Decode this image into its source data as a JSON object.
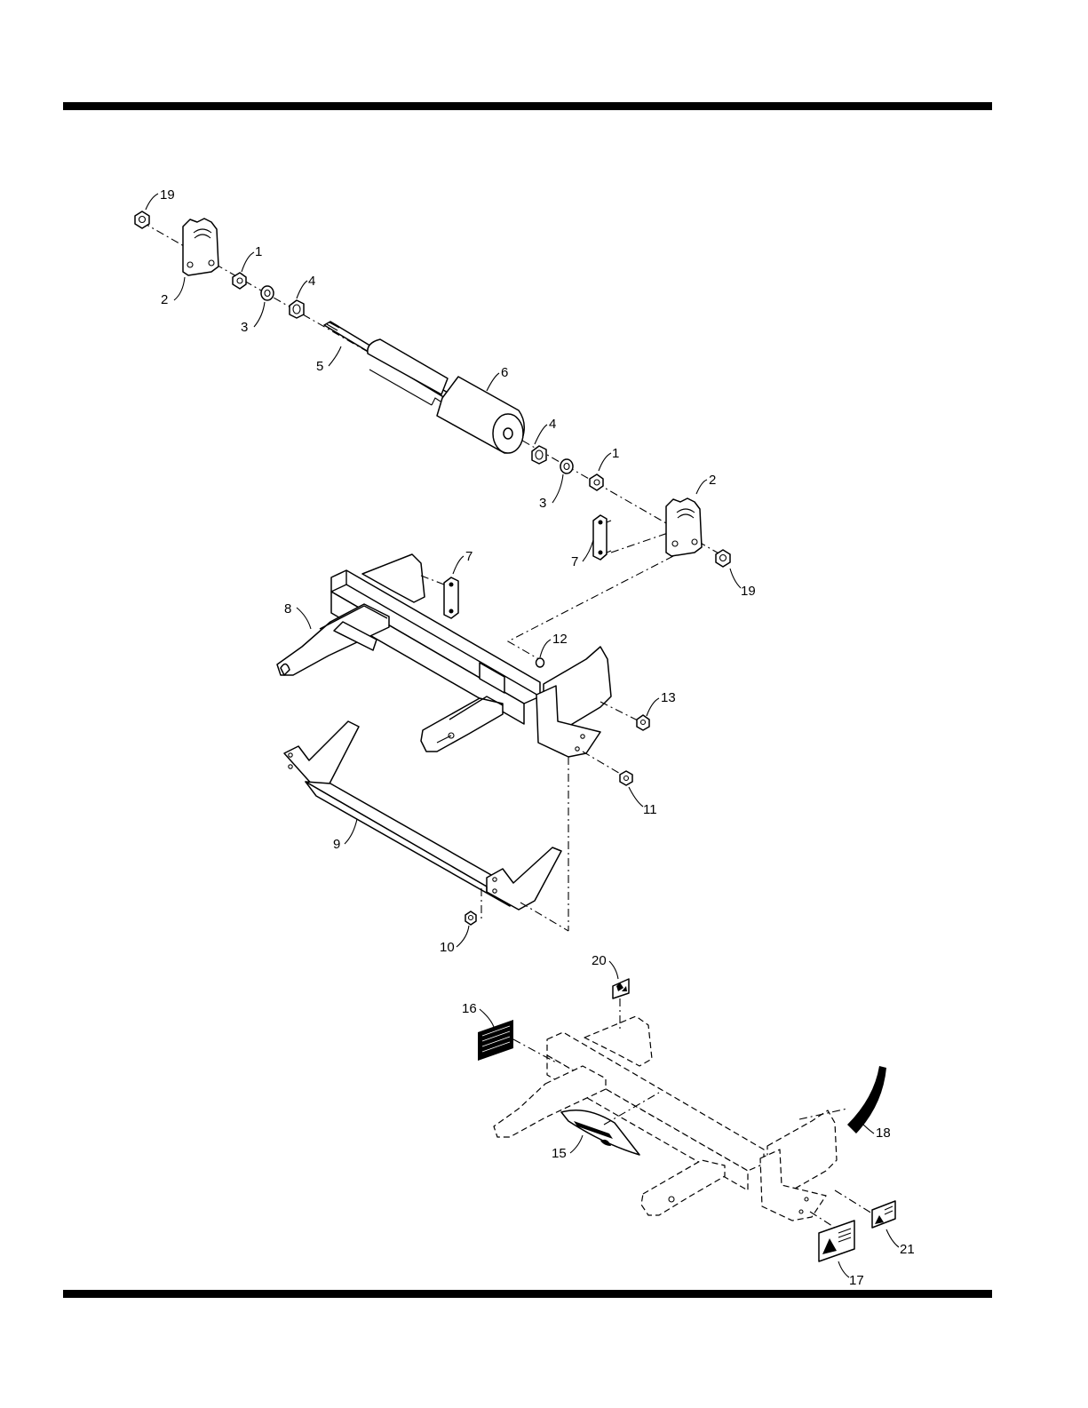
{
  "callouts": [
    {
      "id": "c19a",
      "label": "19"
    },
    {
      "id": "c2a",
      "label": "2"
    },
    {
      "id": "c1a",
      "label": "1"
    },
    {
      "id": "c3a",
      "label": "3"
    },
    {
      "id": "c4a",
      "label": "4"
    },
    {
      "id": "c5",
      "label": "5"
    },
    {
      "id": "c6",
      "label": "6"
    },
    {
      "id": "c4b",
      "label": "4"
    },
    {
      "id": "c3b",
      "label": "3"
    },
    {
      "id": "c1b",
      "label": "1"
    },
    {
      "id": "c2b",
      "label": "2"
    },
    {
      "id": "c7a",
      "label": "7"
    },
    {
      "id": "c7b",
      "label": "7"
    },
    {
      "id": "c19b",
      "label": "19"
    },
    {
      "id": "c8",
      "label": "8"
    },
    {
      "id": "c12",
      "label": "12"
    },
    {
      "id": "c13",
      "label": "13"
    },
    {
      "id": "c11",
      "label": "11"
    },
    {
      "id": "c9",
      "label": "9"
    },
    {
      "id": "c10",
      "label": "10"
    },
    {
      "id": "c20",
      "label": "20"
    },
    {
      "id": "c16",
      "label": "16"
    },
    {
      "id": "c18",
      "label": "18"
    },
    {
      "id": "c15",
      "label": "15"
    },
    {
      "id": "c21",
      "label": "21"
    },
    {
      "id": "c17",
      "label": "17"
    }
  ]
}
